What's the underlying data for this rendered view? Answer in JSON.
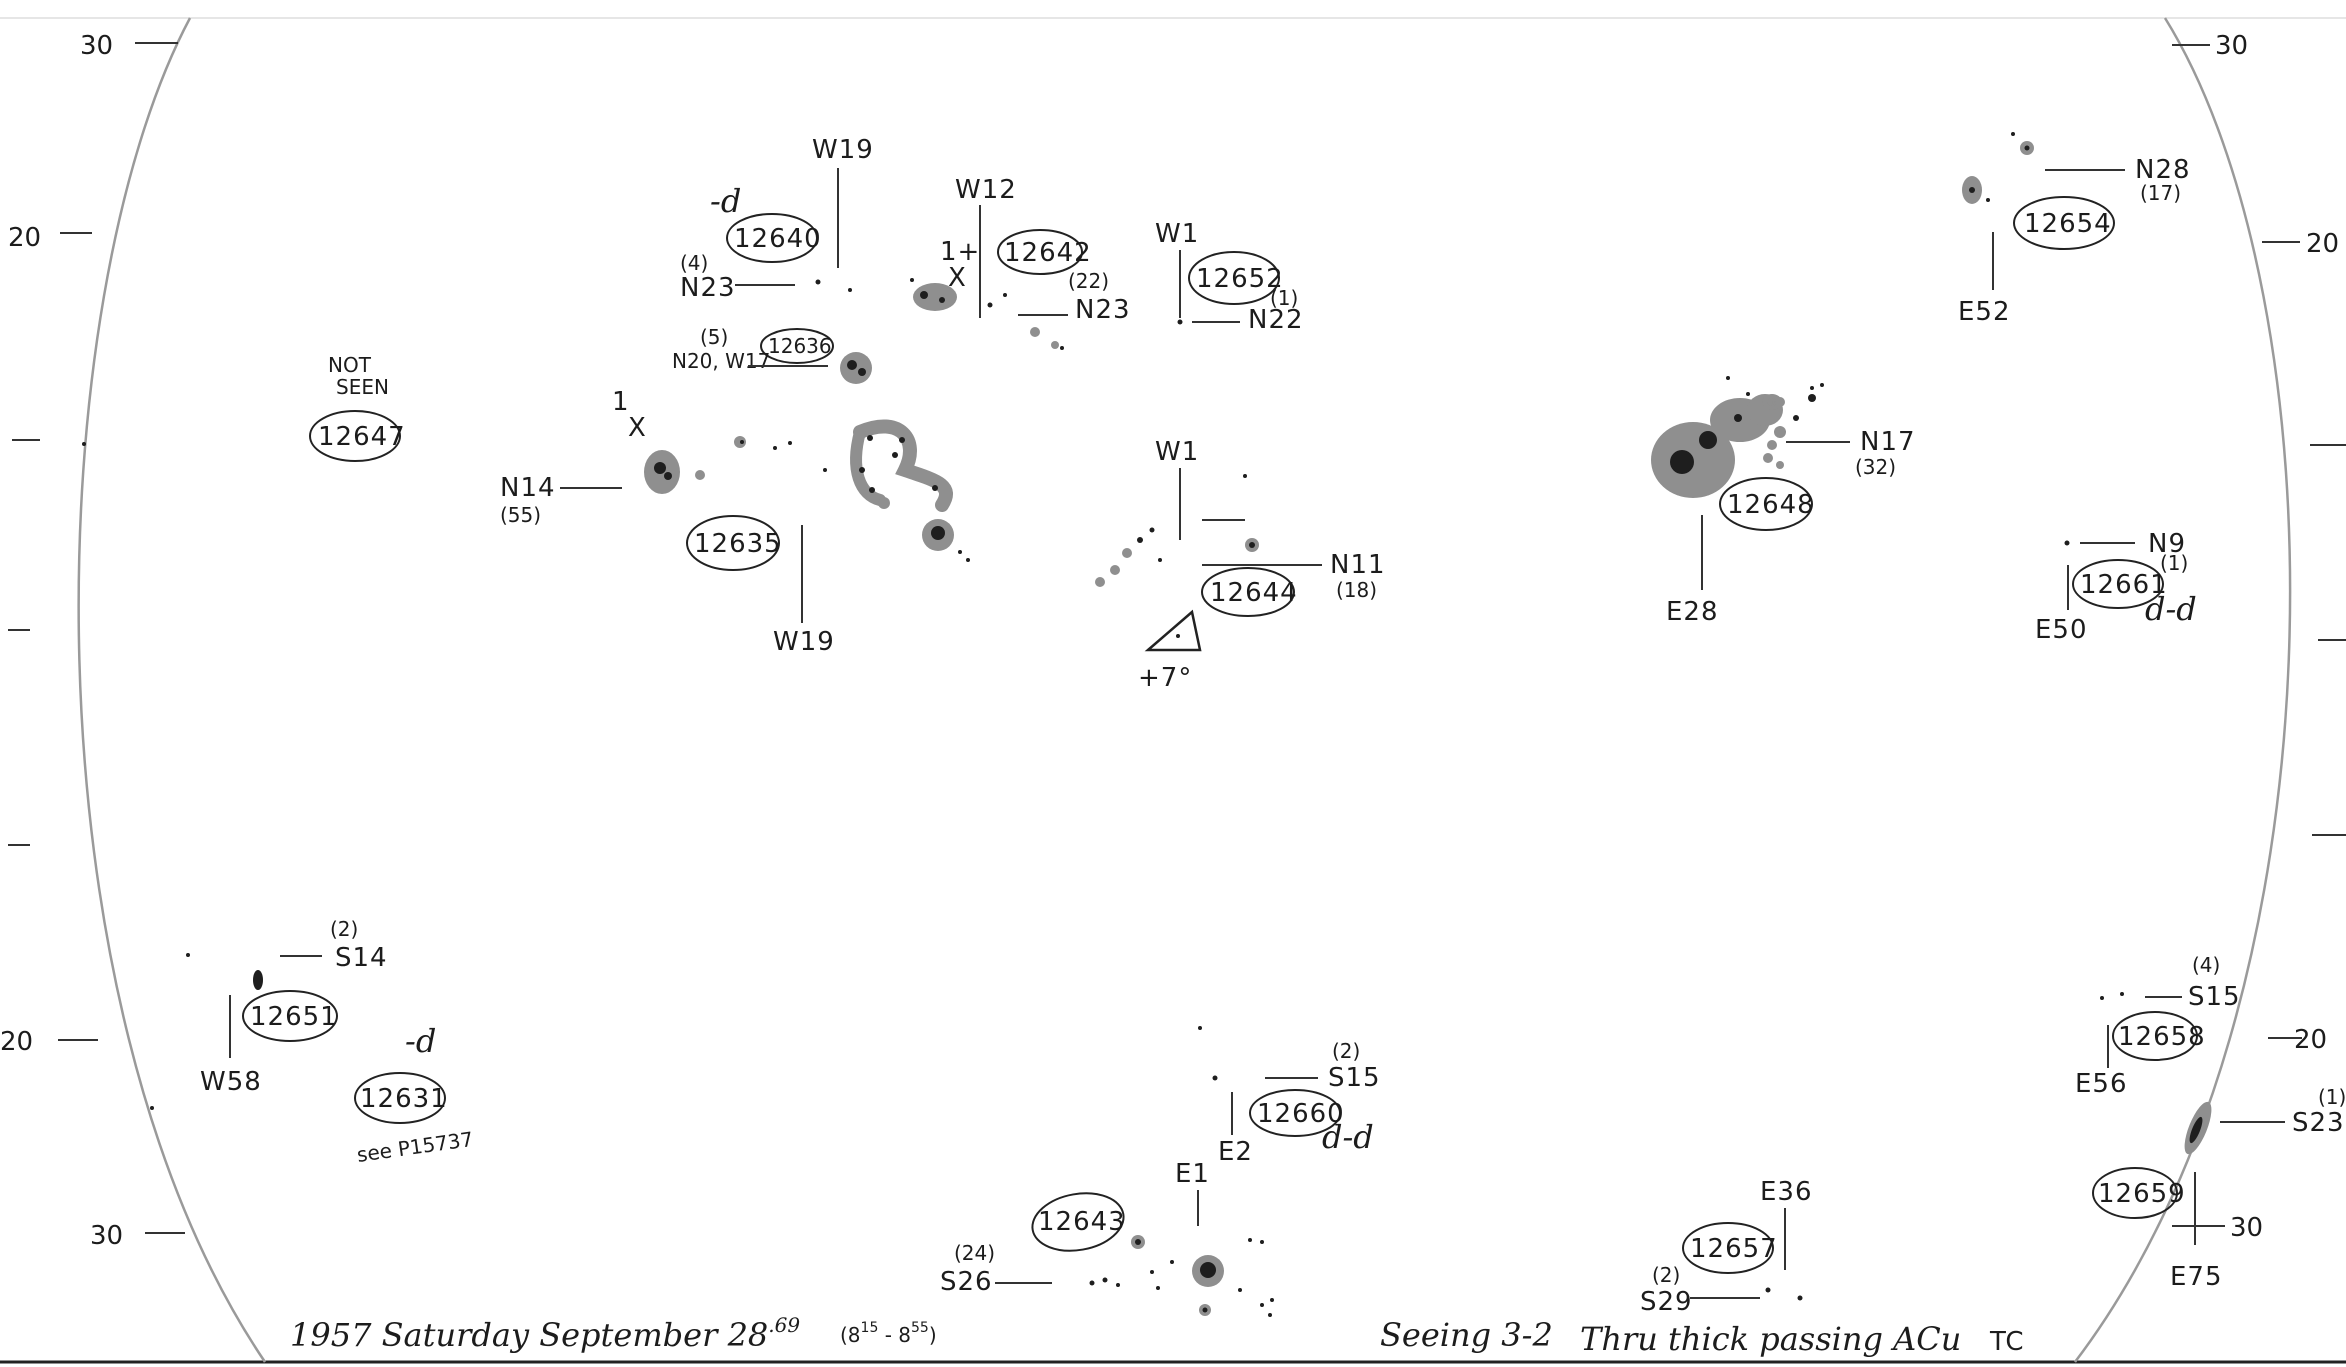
{
  "drawing": {
    "latitude_ticks": {
      "left_top": "30",
      "left_upper": "20",
      "left_lower": "20",
      "left_bottom": "30",
      "right_top": "30",
      "right_upper": "20",
      "right_lower": "20",
      "right_bottom": "30"
    },
    "regions": [
      {
        "id": "12640",
        "lat": "N23",
        "lon": "W19",
        "count": "(4)",
        "note": "-d"
      },
      {
        "id": "12642",
        "lat": "N23",
        "lon": "W12",
        "count": "(22)",
        "note": "1+"
      },
      {
        "id": "12652",
        "lat": "N22",
        "lon": "W1",
        "count": "(1)"
      },
      {
        "id": "12636",
        "lat": "N20, W17",
        "count": "(5)"
      },
      {
        "id": "12647",
        "note": "NOT SEEN"
      },
      {
        "id": "12635",
        "lat": "N14",
        "lon": "W19",
        "count": "(55)",
        "note": "1"
      },
      {
        "id": "12644",
        "lat": "N11",
        "lon": "W1",
        "count": "(18)"
      },
      {
        "id": "12648",
        "lat": "N17",
        "lon": "E28",
        "count": "(32)"
      },
      {
        "id": "12654",
        "lat": "N28",
        "lon": "E52",
        "count": "(17)"
      },
      {
        "id": "12661",
        "lat": "N9",
        "lon": "E50",
        "count": "(1)",
        "note": "d-d"
      },
      {
        "id": "12651",
        "lat": "S14",
        "lon": "W58",
        "count": "(2)"
      },
      {
        "id": "12631",
        "note": "-d",
        "annotation": "see P15737"
      },
      {
        "id": "12660",
        "lat": "S15",
        "lon": "E2",
        "count": "(2)",
        "note": "d-d"
      },
      {
        "id": "12643",
        "lat": "S26",
        "lon": "E1",
        "count": "(24)"
      },
      {
        "id": "12657",
        "lat": "S29",
        "lon": "E36",
        "count": "(2)"
      },
      {
        "id": "12658",
        "lat": "S15",
        "lon": "E56",
        "count": "(4)"
      },
      {
        "id": "12659",
        "lat": "S23",
        "lon": "E75",
        "count": "(1)",
        "tick": "30"
      }
    ],
    "marks": {
      "triangle_label": "+7°"
    },
    "footer": {
      "date": "1957 Saturday September 28",
      "date_sup": ".69",
      "time": "(8",
      "time_sup1": "15",
      "time_mid": " - 8",
      "time_sup2": "55",
      "time_end": ")",
      "seeing": "Seeing 3-2",
      "conditions": "Thru thick passing ACu",
      "observer": "TC"
    }
  }
}
